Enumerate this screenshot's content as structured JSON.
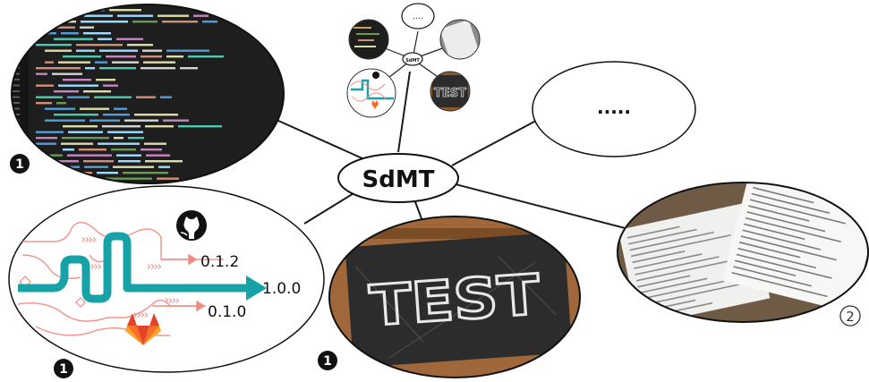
{
  "center_node": {
    "label": "SdMT"
  },
  "placeholder_node": {
    "label": "....."
  },
  "versions": {
    "v1": "0.1.2",
    "v2": "1.0.0",
    "v3": "0.1.0"
  },
  "test_board": {
    "text": "TEST"
  },
  "markers": {
    "code": "1",
    "git": "1",
    "test": "1",
    "documents": "2"
  },
  "mini_diagram": {
    "top_label": "....",
    "center_label": "SdMT",
    "test_label": "TEST"
  },
  "colors": {
    "edge": "#1a1a1a",
    "git_main": "#17a2a8",
    "git_branch": "#f28b82",
    "gitlab": "#fc6d26",
    "chalkboard": "#2c2c2c",
    "chalk_frame": "#8a5a2b",
    "code_bg": "#1e1e1e"
  },
  "icons": {
    "github": "github-icon",
    "gitlab": "gitlab-icon"
  }
}
